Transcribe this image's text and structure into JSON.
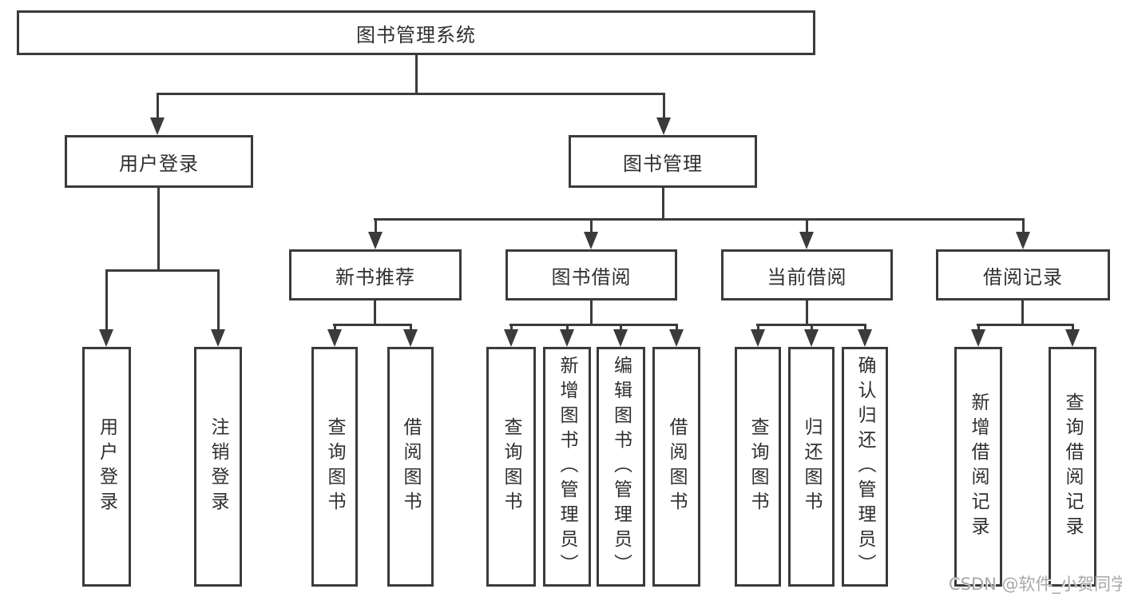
{
  "diagram": {
    "root": {
      "label": "图书管理系统"
    },
    "user_login": {
      "label": "用户登录",
      "children": [
        {
          "label": "用户登录"
        },
        {
          "label": "注销登录"
        }
      ]
    },
    "book_management": {
      "label": "图书管理",
      "modules": [
        {
          "label": "新书推荐",
          "children": [
            {
              "label": "查询图书"
            },
            {
              "label": "借阅图书"
            }
          ]
        },
        {
          "label": "图书借阅",
          "children": [
            {
              "label": "查询图书"
            },
            {
              "label": "新增图书（管理员）"
            },
            {
              "label": "编辑图书（管理员）"
            },
            {
              "label": "借阅图书"
            }
          ]
        },
        {
          "label": "当前借阅",
          "children": [
            {
              "label": "查询图书"
            },
            {
              "label": "归还图书"
            },
            {
              "label": "确认归还（管理员）"
            }
          ]
        },
        {
          "label": "借阅记录",
          "children": [
            {
              "label": "新增借阅记录"
            },
            {
              "label": "查询借阅记录"
            }
          ]
        }
      ]
    }
  },
  "watermark": {
    "text": "CSDN @软件_小贺同学"
  },
  "colors": {
    "line": "#3b3b3d",
    "text": "#2f2f31",
    "watermark": "#a8a8a8",
    "background": "#ffffff"
  }
}
